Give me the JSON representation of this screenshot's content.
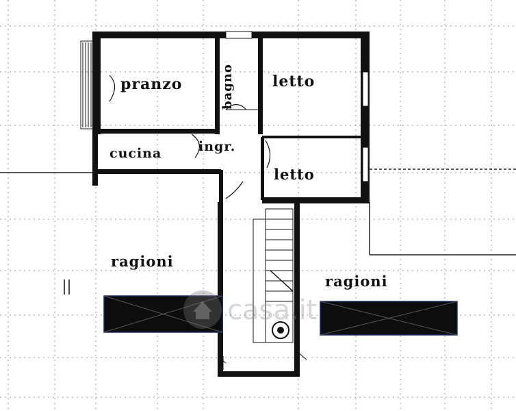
{
  "plan": {
    "rooms": {
      "pranzo": "pranzo",
      "bagno": "bagno",
      "letto_top": "letto",
      "cucina": "cucina",
      "ingresso": "ingr.",
      "letto_bottom": "letto",
      "ragioni_left": "ragioni",
      "ragioni_right": "ragioni"
    },
    "watermark": "casa.it",
    "colors": {
      "ink": "#111111",
      "grid": "#9a9a9a",
      "redaction_fill": "#0d0d0d",
      "redaction_border": "#1c2a6b"
    }
  }
}
